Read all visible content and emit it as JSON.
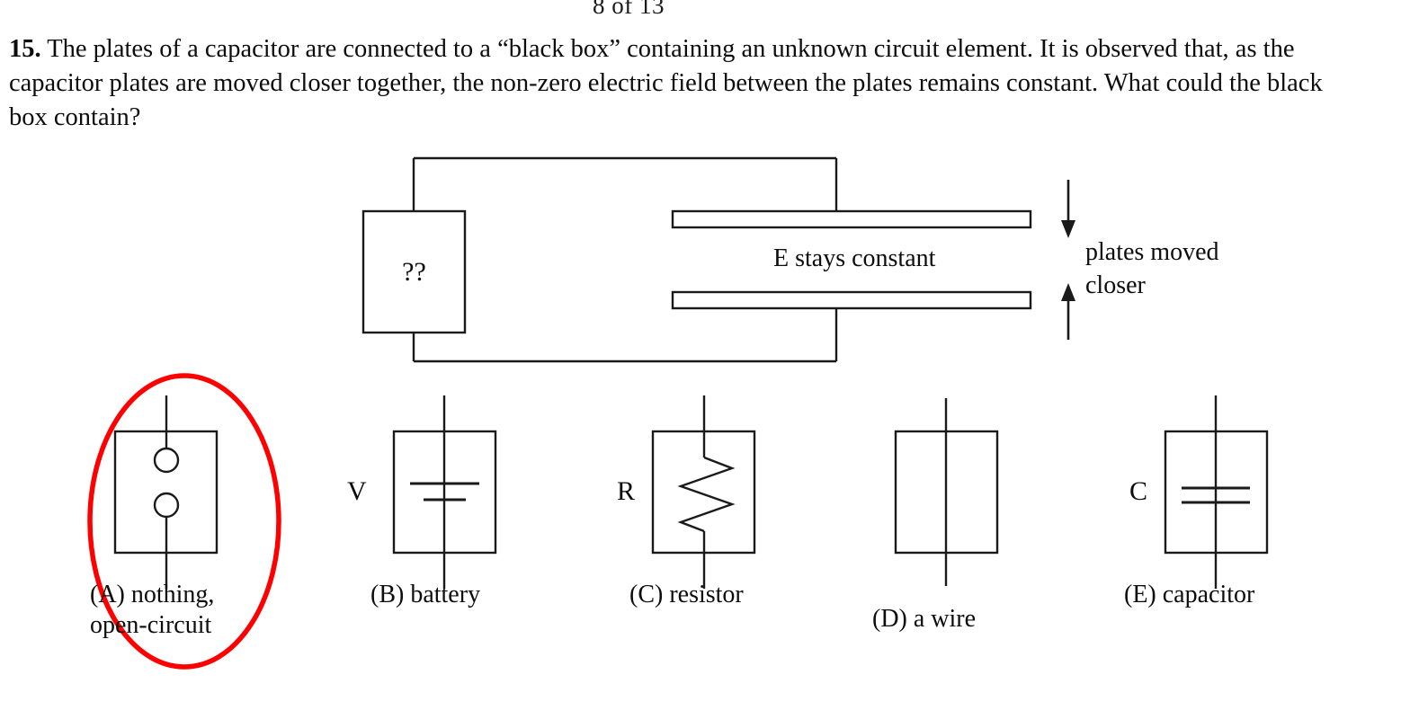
{
  "page": {
    "page_indicator": "8 of 13",
    "background_color": "#ffffff",
    "ink_color": "#000000",
    "highlight_color": "#ff0000"
  },
  "question": {
    "number": "15.",
    "text": " The plates of a capacitor are connected to a “black box” containing an unknown circuit element.  It is observed that, as the capacitor plates are moved closer together, the non-zero electric field between the plates remains constant.  What could the black box contain?"
  },
  "diagram": {
    "unknown_box_label": "??",
    "field_note": "E stays constant",
    "motion_note": "plates moved\ncloser",
    "arrow_down_name": "top-plate-down-arrow",
    "arrow_up_name": "bottom-plate-up-arrow"
  },
  "options": [
    {
      "key": "A",
      "label": "(A) nothing,\nopen-circuit",
      "symbol": "open-circuit",
      "symbol_letter": "",
      "circled": true
    },
    {
      "key": "B",
      "label": "(B) battery",
      "symbol": "battery",
      "symbol_letter": "V",
      "circled": false
    },
    {
      "key": "C",
      "label": "(C) resistor",
      "symbol": "resistor",
      "symbol_letter": "R",
      "circled": false
    },
    {
      "key": "D",
      "label": "(D) a wire",
      "symbol": "wire",
      "symbol_letter": "",
      "circled": false
    },
    {
      "key": "E",
      "label": "(E) capacitor",
      "symbol": "capacitor",
      "symbol_letter": "C",
      "circled": false
    }
  ]
}
